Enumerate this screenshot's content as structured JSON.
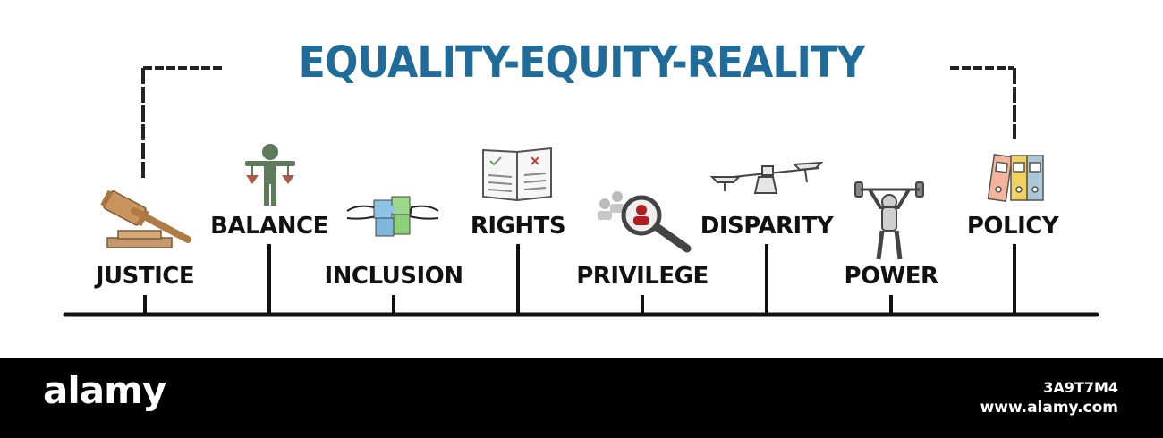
{
  "title": "EQUALITY-EQUITY-REALITY",
  "items": [
    {
      "label": "JUSTICE",
      "icon": "gavel-icon"
    },
    {
      "label": "BALANCE",
      "icon": "person-scales-icon"
    },
    {
      "label": "INCLUSION",
      "icon": "puzzle-hands-icon"
    },
    {
      "label": "RIGHTS",
      "icon": "open-document-icon"
    },
    {
      "label": "PRIVILEGE",
      "icon": "magnifier-person-icon"
    },
    {
      "label": "DISPARITY",
      "icon": "seesaw-icon"
    },
    {
      "label": "POWER",
      "icon": "weightlifter-icon"
    },
    {
      "label": "POLICY",
      "icon": "binders-icon"
    }
  ],
  "footer": {
    "brand": "alamy",
    "image_id": "3A9T7M4",
    "url": "www.alamy.com"
  },
  "colors": {
    "title": "#1f6c9b",
    "lines": "#111111",
    "footer_bg": "#000000"
  }
}
